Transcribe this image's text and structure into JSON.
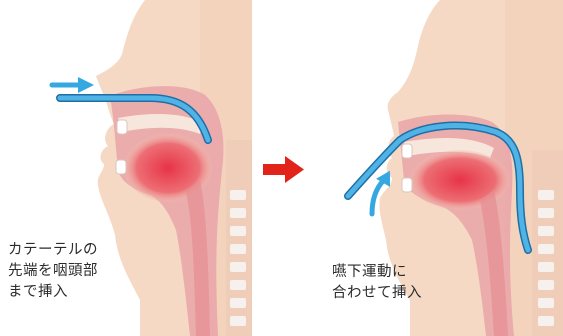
{
  "panels": [
    {
      "caption_lines": [
        "カテーテルの",
        "先端を咽頭部",
        "まで挿入"
      ]
    },
    {
      "caption_lines": [
        "嚥下運動に",
        "合わせて挿入"
      ]
    }
  ],
  "colors": {
    "skin": "#f5d9c4",
    "skin_shadow": "#efc6ad",
    "cavity": "#e8a0a6",
    "tongue": "#e23b4f",
    "catheter": "#4fb3e6",
    "catheter_outline": "#1f6fa6",
    "arrow_blue": "#35a7e1",
    "arrow_red": "#e2231a",
    "spine": "#f7f1ee"
  },
  "icons": {
    "insert_direction": "arrow-right-icon",
    "progression": "arrow-right-icon",
    "swallow_direction": "curved-arrow-up-icon"
  }
}
